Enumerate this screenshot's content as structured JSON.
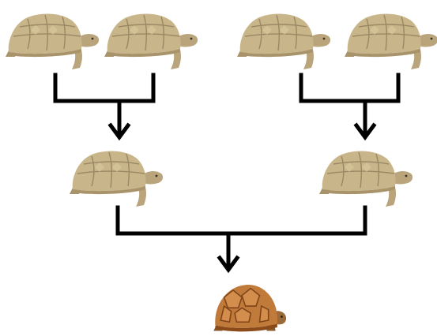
{
  "diagram": {
    "description_visible_text": "",
    "nodes": [
      {
        "id": "gen1-a",
        "kind": "adult-tortoise"
      },
      {
        "id": "gen1-b",
        "kind": "adult-tortoise"
      },
      {
        "id": "gen1-c",
        "kind": "adult-tortoise"
      },
      {
        "id": "gen1-d",
        "kind": "adult-tortoise"
      },
      {
        "id": "gen2-left",
        "kind": "adult-tortoise"
      },
      {
        "id": "gen2-right",
        "kind": "adult-tortoise"
      },
      {
        "id": "gen3",
        "kind": "juvenile-tortoise"
      }
    ],
    "edges": [
      {
        "from": [
          "gen1-a",
          "gen1-b"
        ],
        "to": "gen2-left"
      },
      {
        "from": [
          "gen1-c",
          "gen1-d"
        ],
        "to": "gen2-right"
      },
      {
        "from": [
          "gen2-left",
          "gen2-right"
        ],
        "to": "gen3"
      }
    ],
    "colors": {
      "adult_shell": "#c9b58a",
      "adult_scute_lines": "#8a7a57",
      "adult_skin": "#b9a47c",
      "juvenile_shell": "#c07a3a",
      "juvenile_scute_lines": "#7a3f16",
      "connector": "#000000"
    }
  }
}
